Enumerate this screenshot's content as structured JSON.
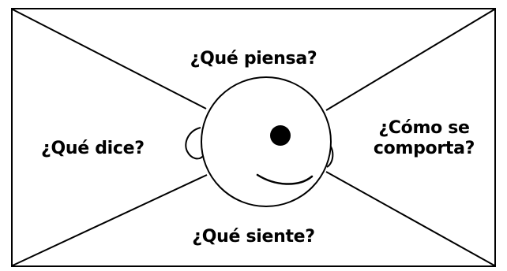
{
  "labels": {
    "top": "¿Qué piensa?",
    "left": "¿Qué dice?",
    "right": "¿Cómo se comporta?",
    "bottom": "¿Qué siente?"
  },
  "colors": {
    "stroke": "#000000",
    "fill": "#ffffff"
  }
}
